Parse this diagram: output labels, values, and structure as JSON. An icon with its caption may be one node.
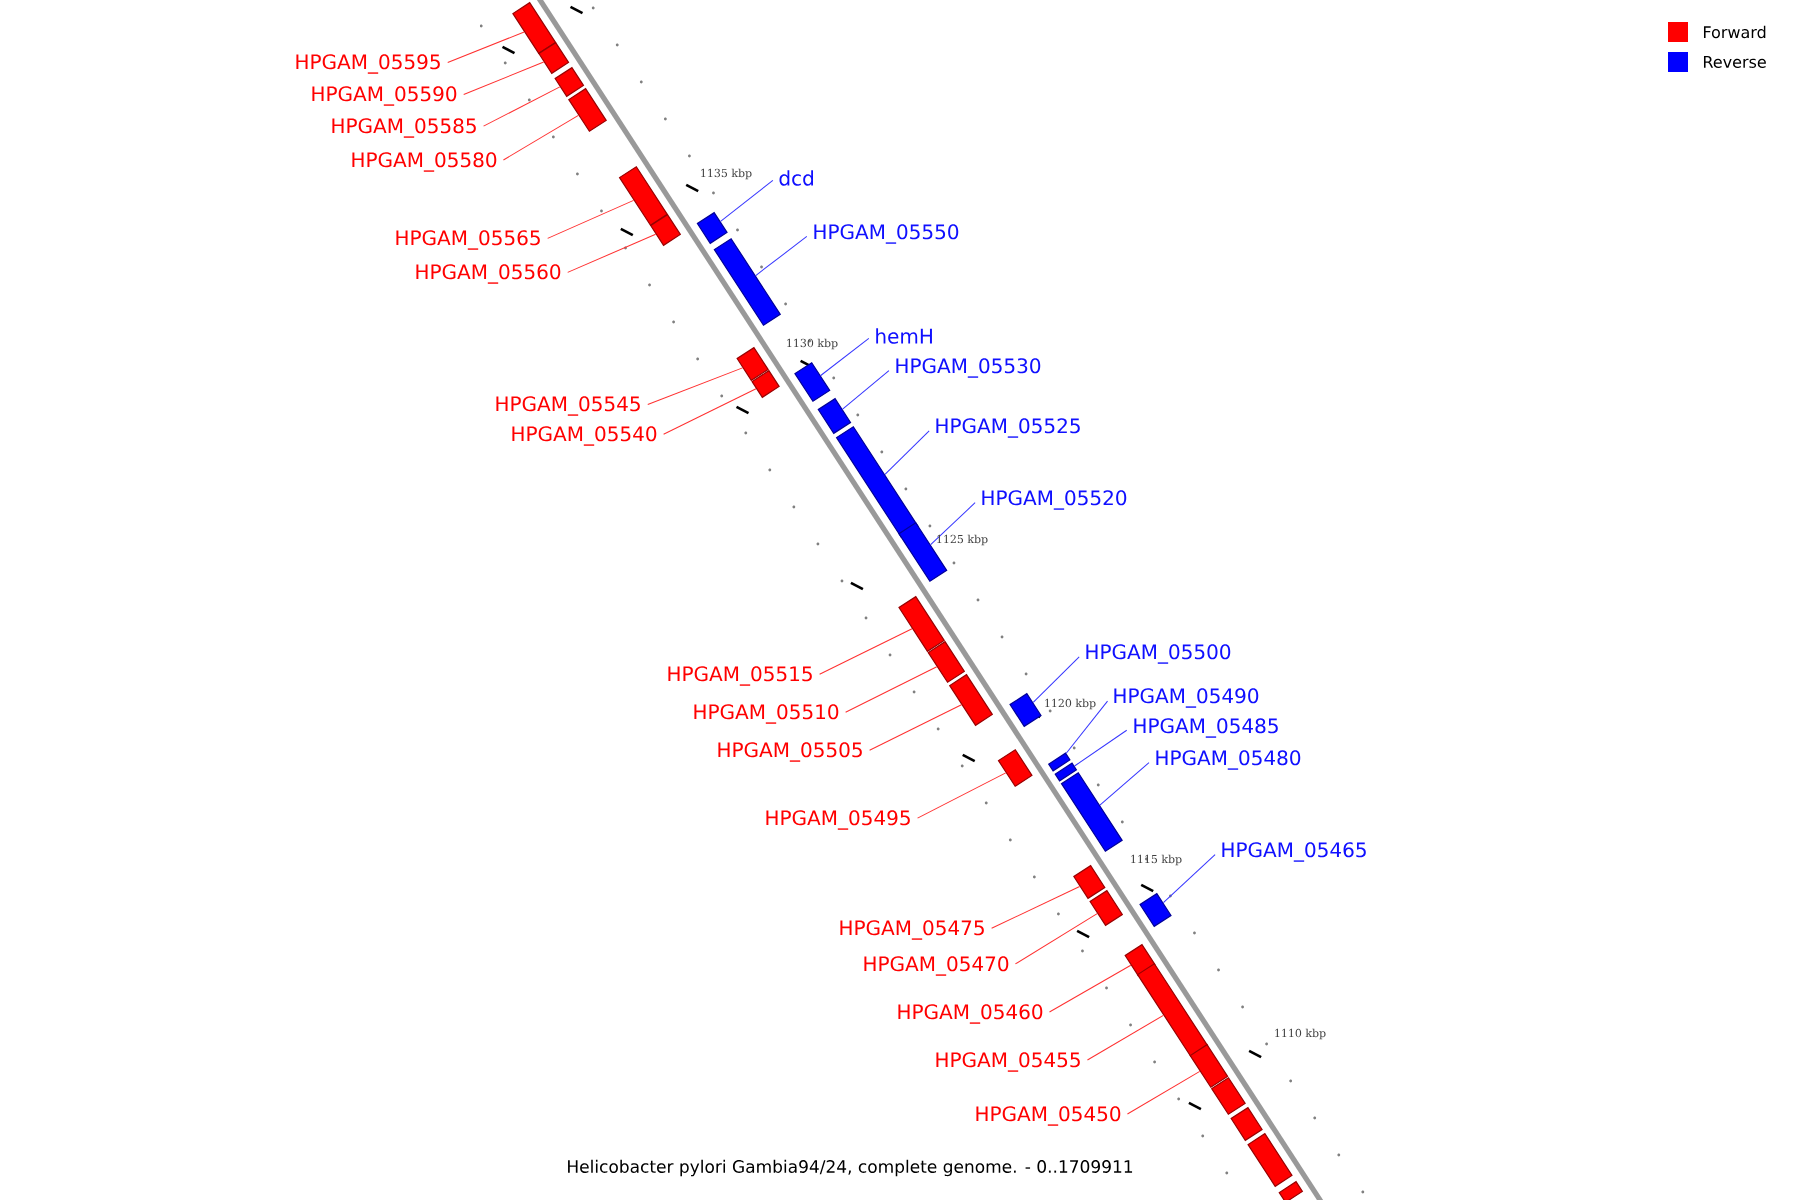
{
  "diagram": {
    "caption": "Helicobacter pylori Gambia94/24, complete genome. - 0..1709911",
    "nodes": [
      {
        "text": [
          "HPGAM_05595"
        ]
      },
      {
        "text": [],
        "shape": "bar"
      },
      {
        "text": [
          "HPGAM_05590"
        ]
      },
      {
        "text": [],
        "shape": "bar"
      },
      {
        "text": [
          "HPGAM_05585"
        ]
      },
      {
        "text": [],
        "shape": "bar"
      },
      {
        "text": [
          "HPGAM_05580"
        ]
      },
      {
        "text": [],
        "shape": "bar"
      },
      {
        "text": [
          "HPGAM_05565"
        ]
      },
      {
        "text": [],
        "shape": "bar"
      },
      {
        "text": [
          "HPGAM_05560"
        ]
      },
      {
        "text": [],
        "shape": "bar"
      },
      {
        "text": [
          "dcd"
        ]
      },
      {
        "text": [],
        "shape": "bar"
      },
      {
        "text": [
          "HPGAM_05550"
        ]
      },
      {
        "text": [],
        "shape": "bar"
      },
      {
        "text": [
          "HPGAM_05545"
        ]
      },
      {
        "text": [],
        "shape": "bar"
      },
      {
        "text": [
          "HPGAM_05540"
        ]
      },
      {
        "text": [],
        "shape": "bar"
      },
      {
        "text": [
          "hemH"
        ]
      },
      {
        "text": [],
        "shape": "bar"
      },
      {
        "text": [
          "HPGAM_05530"
        ]
      },
      {
        "text": [],
        "shape": "bar"
      },
      {
        "text": [
          "HPGAM_05525"
        ]
      },
      {
        "text": [],
        "shape": "bar"
      },
      {
        "text": [
          "HPGAM_05520"
        ]
      },
      {
        "text": [],
        "shape": "bar"
      },
      {
        "text": [
          "HPGAM_05515"
        ]
      },
      {
        "text": [],
        "shape": "bar"
      },
      {
        "text": [
          "HPGAM_05510"
        ]
      },
      {
        "text": [],
        "shape": "bar"
      },
      {
        "text": [
          "HPGAM_05505"
        ]
      },
      {
        "text": [],
        "shape": "bar"
      },
      {
        "text": [
          "HPGAM_05500"
        ]
      },
      {
        "text": [],
        "shape": "bar"
      },
      {
        "text": [
          "HPGAM_05495"
        ]
      },
      {
        "text": [],
        "shape": "bar"
      },
      {
        "text": [
          "HPGAM_05490"
        ]
      },
      {
        "text": [],
        "shape": "bar"
      },
      {
        "text": [
          "HPGAM_05485"
        ]
      },
      {
        "text": [],
        "shape": "bar"
      },
      {
        "text": [
          "HPGAM_05480"
        ]
      },
      {
        "text": [],
        "shape": "bar"
      },
      {
        "text": [
          "HPGAM_05475"
        ]
      },
      {
        "text": [],
        "shape": "bar"
      },
      {
        "text": [
          "HPGAM_05470"
        ]
      },
      {
        "text": [],
        "shape": "bar"
      },
      {
        "text": [
          "HPGAM_05465"
        ]
      },
      {
        "text": [],
        "shape": "bar"
      },
      {
        "text": [
          "HPGAM_05460"
        ]
      },
      {
        "text": [],
        "shape": "bar"
      },
      {
        "text": [
          "HPGAM_05455"
        ]
      },
      {
        "text": [],
        "shape": "bar"
      },
      {
        "text": [
          "HPGAM_05450"
        ]
      },
      {
        "text": [],
        "shape": "bar"
      },
      {
        "text": [],
        "shape": "bar"
      },
      {
        "text": [],
        "shape": "bar"
      },
      {
        "text": [],
        "shape": "bar"
      },
      {
        "text": [],
        "shape": "bar"
      }
    ],
    "edges": [
      {
        "from": 0,
        "to": 1,
        "arrow": "none"
      },
      {
        "from": 2,
        "to": 3,
        "arrow": "none"
      },
      {
        "from": 4,
        "to": 5,
        "arrow": "none"
      },
      {
        "from": 6,
        "to": 7,
        "arrow": "none"
      },
      {
        "from": 8,
        "to": 9,
        "arrow": "none"
      },
      {
        "from": 10,
        "to": 11,
        "arrow": "none"
      },
      {
        "from": 12,
        "to": 13,
        "arrow": "none",
        "color": "#3535ff"
      },
      {
        "from": 14,
        "to": 15,
        "arrow": "none",
        "color": "#3535ff"
      },
      {
        "from": 16,
        "to": 17,
        "arrow": "none"
      },
      {
        "from": 18,
        "to": 19,
        "arrow": "none"
      },
      {
        "from": 20,
        "to": 21,
        "arrow": "none",
        "color": "#3535ff"
      },
      {
        "from": 22,
        "to": 23,
        "arrow": "none",
        "color": "#3535ff"
      },
      {
        "from": 24,
        "to": 25,
        "arrow": "none",
        "color": "#3535ff"
      },
      {
        "from": 26,
        "to": 27,
        "arrow": "none",
        "color": "#3535ff"
      },
      {
        "from": 28,
        "to": 29,
        "arrow": "none"
      },
      {
        "from": 30,
        "to": 31,
        "arrow": "none"
      },
      {
        "from": 32,
        "to": 33,
        "arrow": "none"
      },
      {
        "from": 34,
        "to": 35,
        "arrow": "none",
        "color": "#3535ff"
      },
      {
        "from": 36,
        "to": 37,
        "arrow": "none"
      },
      {
        "from": 38,
        "to": 39,
        "arrow": "none",
        "color": "#3535ff"
      },
      {
        "from": 40,
        "to": 41,
        "arrow": "none",
        "color": "#3535ff"
      },
      {
        "from": 42,
        "to": 43,
        "arrow": "none",
        "color": "#3535ff"
      },
      {
        "from": 44,
        "to": 45,
        "arrow": "none"
      },
      {
        "from": 46,
        "to": 47,
        "arrow": "none"
      },
      {
        "from": 48,
        "to": 49,
        "arrow": "none",
        "color": "#3535ff"
      },
      {
        "from": 50,
        "to": 51,
        "arrow": "none"
      },
      {
        "from": 52,
        "to": 53,
        "arrow": "none"
      },
      {
        "from": 54,
        "to": 55,
        "arrow": "none"
      }
    ],
    "labels": [
      "1135 kbp",
      "1130 kbp",
      "1125 kbp",
      "1120 kbp",
      "1115 kbp",
      "1110 kbp"
    ],
    "legend": [
      {
        "text": "Forward",
        "color": "#ff0000"
      },
      {
        "text": "Reverse",
        "color": "#0000ff"
      }
    ]
  }
}
